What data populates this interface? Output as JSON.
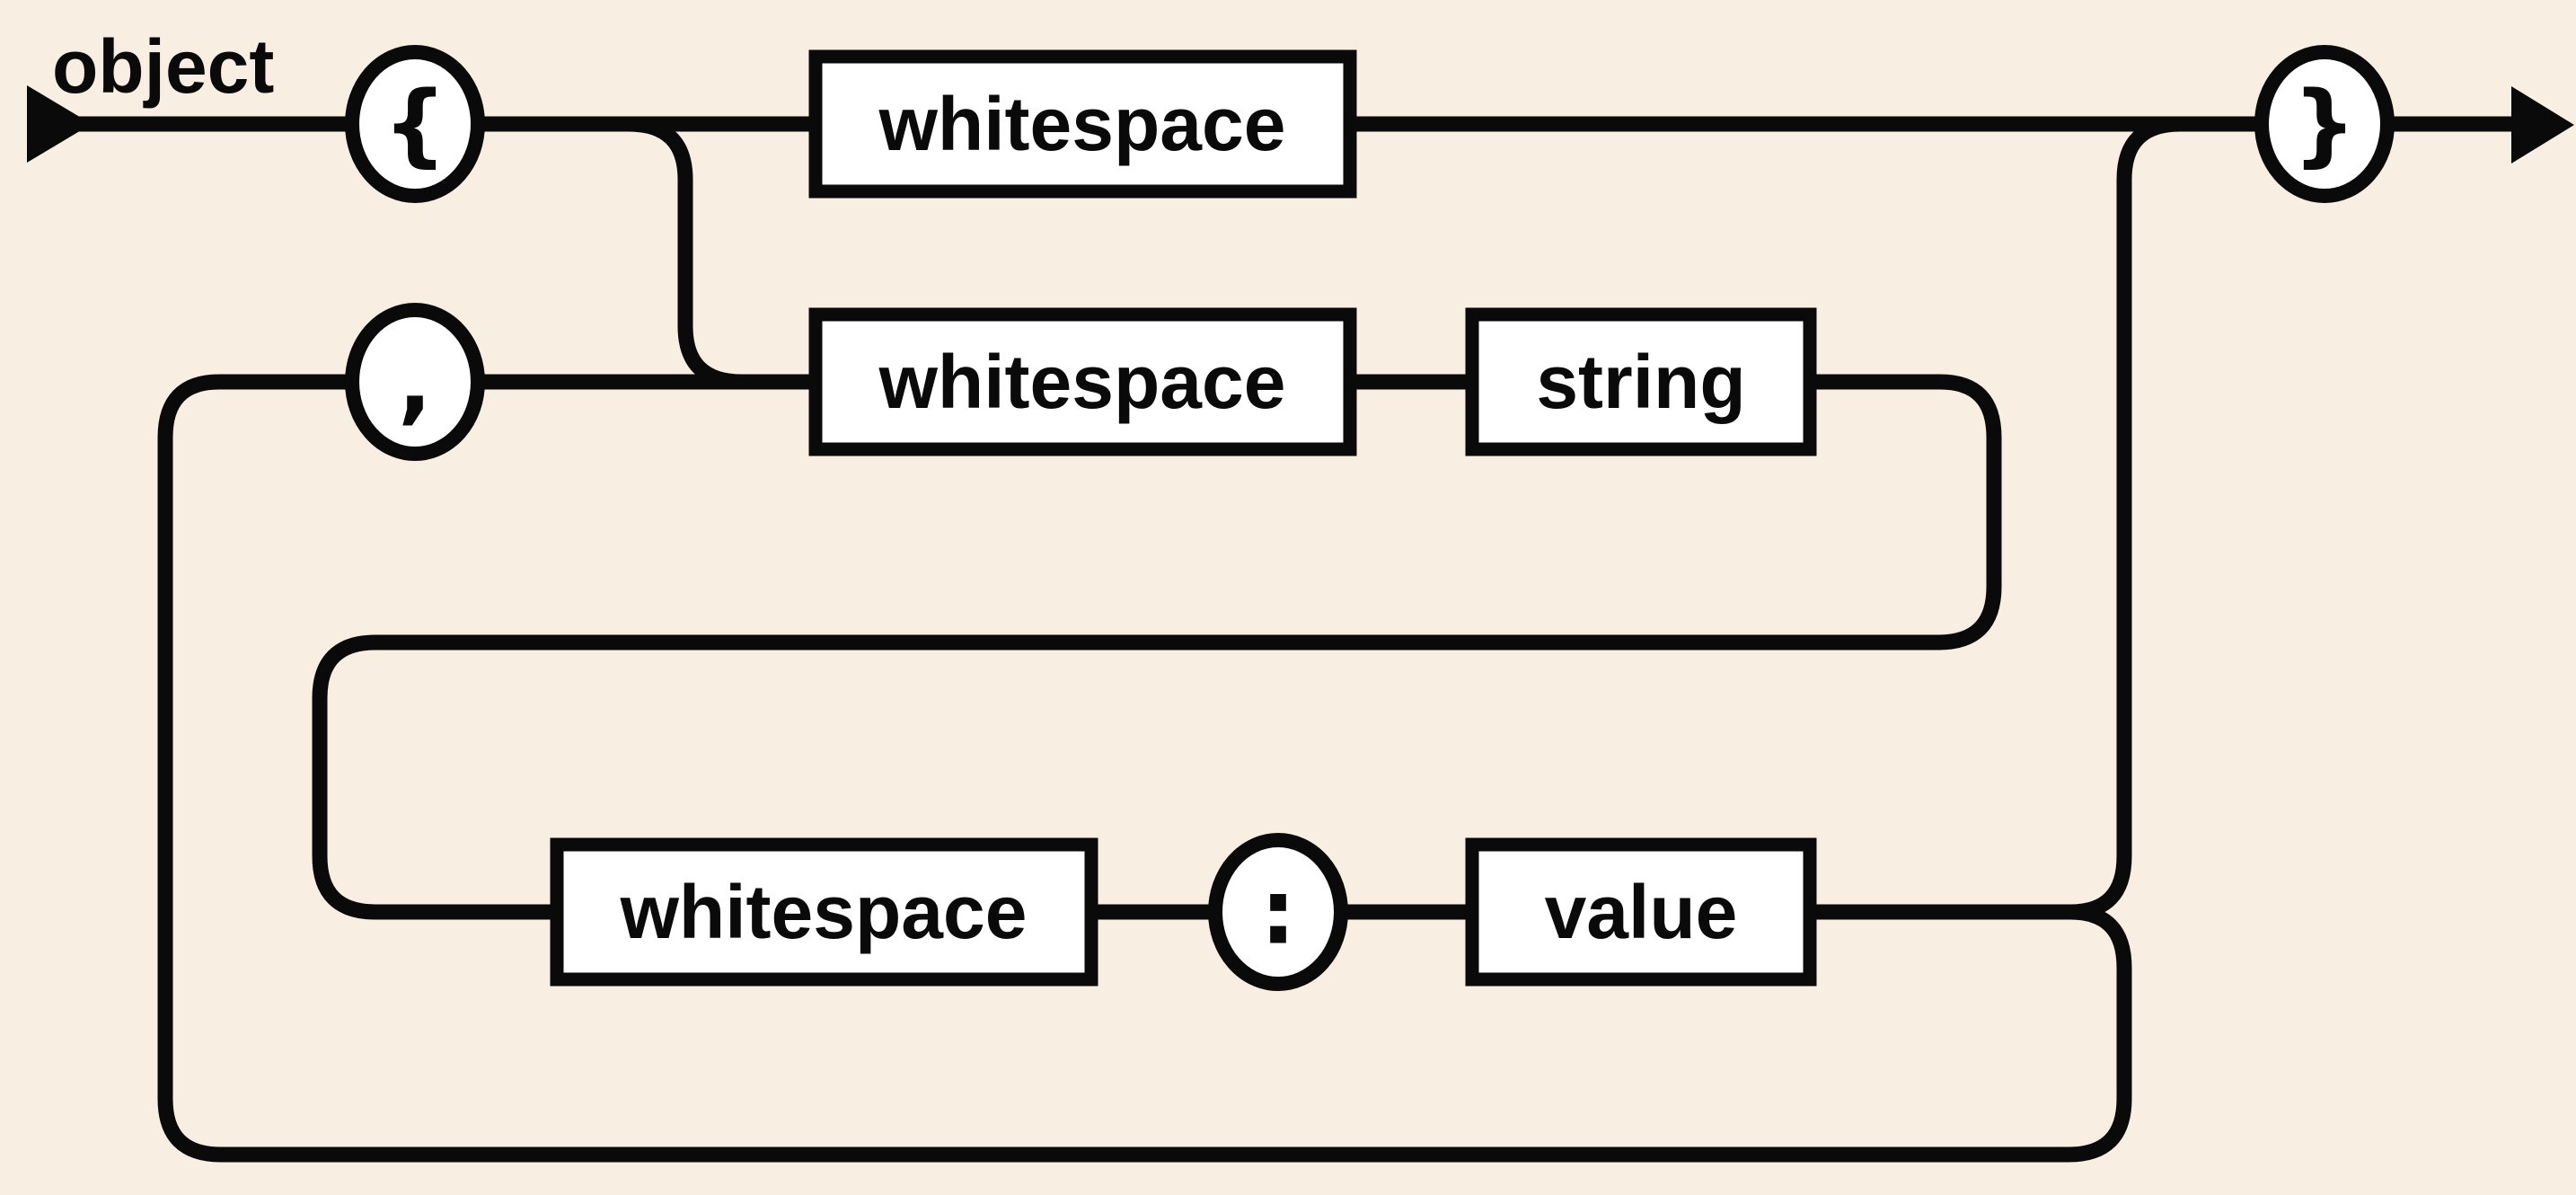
{
  "diagram": {
    "title": "object",
    "terminals": {
      "open_brace": "{",
      "comma": ",",
      "colon": ":",
      "close_brace": "}"
    },
    "nonterminals": {
      "whitespace_top": "whitespace",
      "whitespace_middle": "whitespace",
      "whitespace_bottom": "whitespace",
      "string": "string",
      "value": "value"
    }
  },
  "colors": {
    "background": "#f8eee2",
    "line": "#0a0a0a",
    "node_fill": "#ffffff"
  }
}
